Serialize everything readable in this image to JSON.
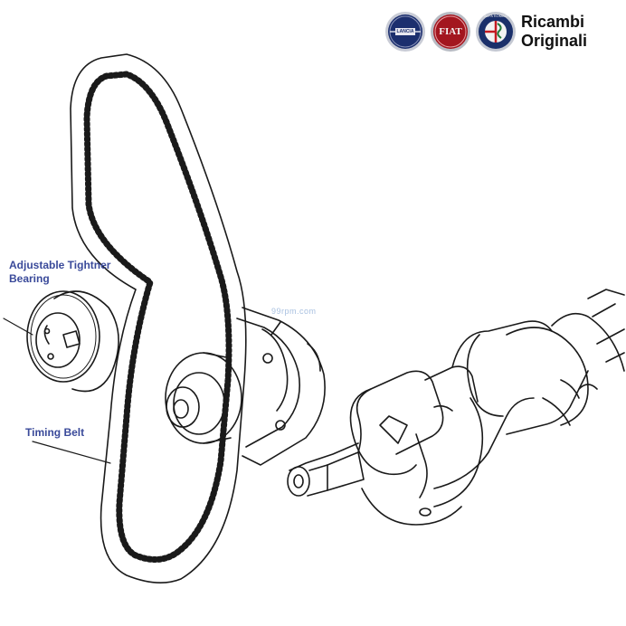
{
  "brand": {
    "line1": "Ricambi",
    "line2": "Originali",
    "logos": [
      {
        "name": "lancia-logo",
        "text": "LANCIA",
        "color": "#1c2f6e"
      },
      {
        "name": "fiat-logo",
        "text": "FIAT",
        "color": "#a3161f"
      },
      {
        "name": "alfa-romeo-logo",
        "text": "ALFA ROMEO",
        "color": "#1a2f6a"
      }
    ]
  },
  "labels": {
    "tightener_line1": "Adjustable Tightner",
    "tightener_line2": "Bearing",
    "timing_belt": "Timing Belt"
  },
  "watermark": "99rpm.com",
  "colors": {
    "label": "#3a4a9a",
    "line": "#1a1a1a"
  }
}
